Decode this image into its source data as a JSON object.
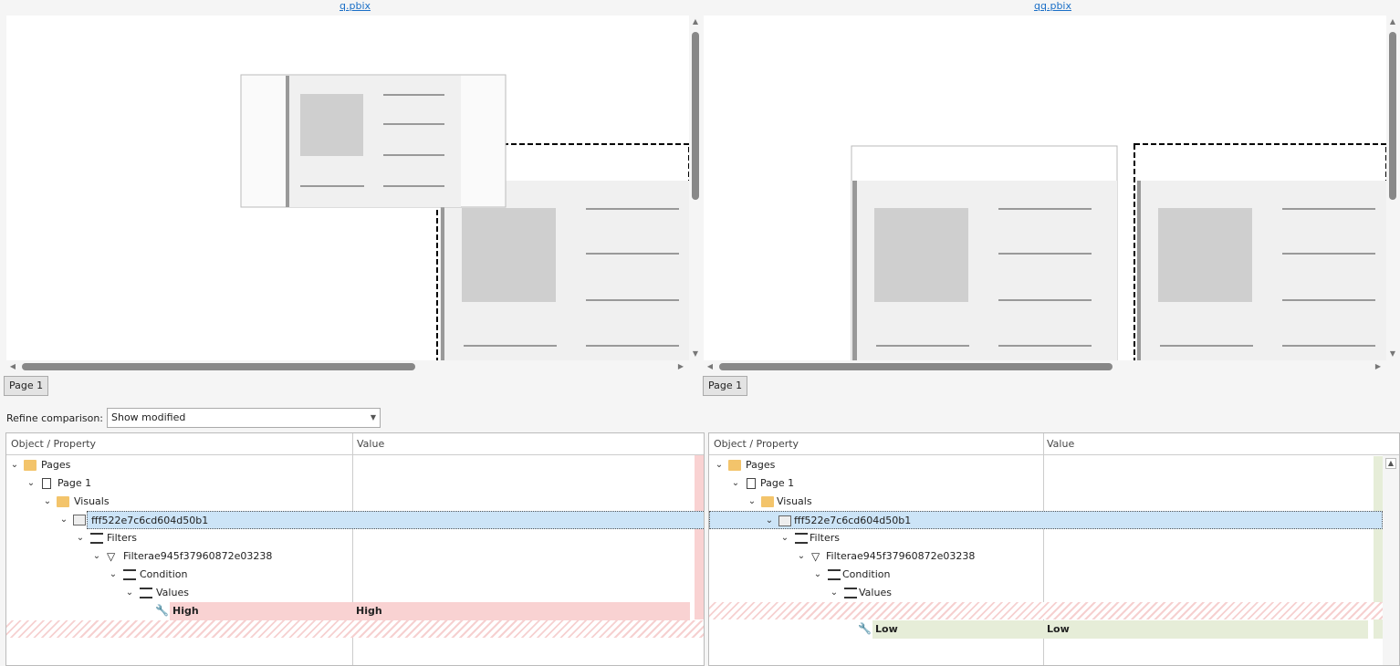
{
  "left_file": "q.pbix",
  "right_file": "qq.pbix",
  "left_page_tab": "Page 1",
  "right_page_tab": "Page 1",
  "refine": {
    "label": "Refine comparison:",
    "selected": "Show modified"
  },
  "columns": {
    "object": "Object / Property",
    "value": "Value"
  },
  "tree": {
    "pages": "Pages",
    "page1": "Page 1",
    "visuals": "Visuals",
    "visual_id": "fff522e7c6cd604d50b1",
    "filters": "Filters",
    "filter_id": "Filterae945f37960872e03238",
    "condition": "Condition",
    "values": "Values"
  },
  "left_diff": {
    "property": "High",
    "value": "High"
  },
  "right_diff": {
    "property": "Low",
    "value": "Low"
  },
  "colors": {
    "removed": "#f9d2d2",
    "added": "#e6edd8",
    "selected": "#cce4f7",
    "link": "#1a6fc7"
  }
}
